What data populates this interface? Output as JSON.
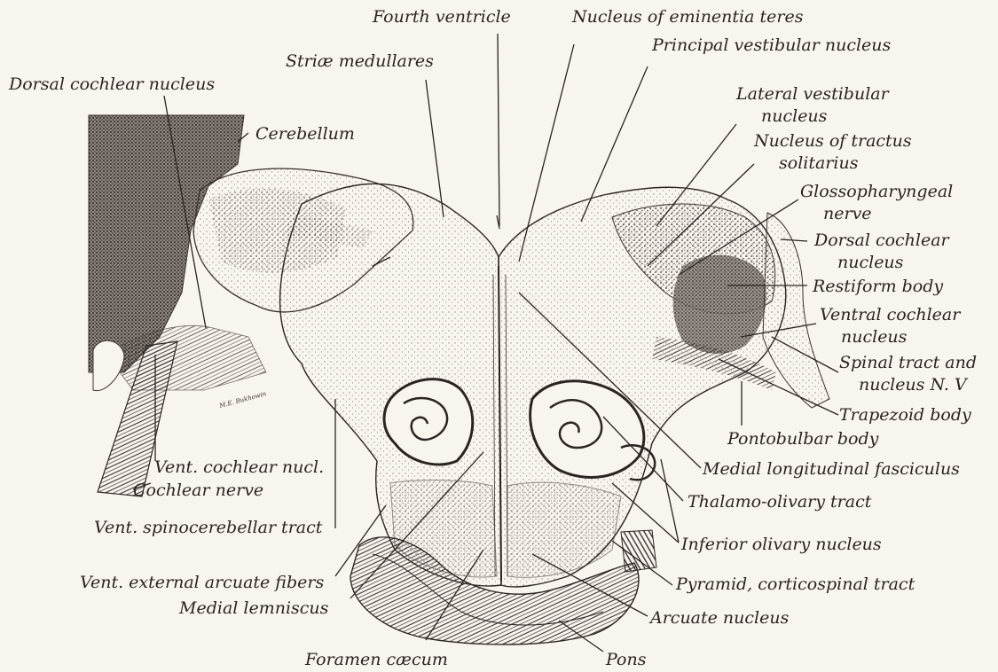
{
  "diagram": {
    "labels": {
      "fourth_ventricle": "Fourth ventricle",
      "nucleus_eminentia_teres": "Nucleus of eminentia teres",
      "principal_vestibular_nucleus": "Principal vestibular nucleus",
      "striae_medullares": "Striæ medullares",
      "dorsal_cochlear_nucleus_left": "Dorsal cochlear nucleus",
      "cerebellum": "Cerebellum",
      "lateral_vestibular_nucleus_1": "Lateral vestibular",
      "lateral_vestibular_nucleus_2": "nucleus",
      "nucleus_tractus_solitarius_1": "Nucleus of tractus",
      "nucleus_tractus_solitarius_2": "solitarius",
      "glossopharyngeal_nerve_1": "Glossopharyngeal",
      "glossopharyngeal_nerve_2": "nerve",
      "dorsal_cochlear_nucleus_right_1": "Dorsal cochlear",
      "dorsal_cochlear_nucleus_right_2": "nucleus",
      "restiform_body": "Restiform body",
      "ventral_cochlear_nucleus_right_1": "Ventral cochlear",
      "ventral_cochlear_nucleus_right_2": "nucleus",
      "spinal_tract_1": "Spinal tract and",
      "spinal_tract_2": "nucleus N. V",
      "trapezoid_body": "Trapezoid body",
      "pontobulbar_body": "Pontobulbar body",
      "medial_longitudinal_fasciculus": "Medial longitudinal fasciculus",
      "thalamo_olivary_tract": "Thalamo-olivary tract",
      "inferior_olivary_nucleus": "Inferior olivary nucleus",
      "pyramid": "Pyramid, corticospinal tract",
      "arcuate_nucleus": "Arcuate nucleus",
      "pons": "Pons",
      "foramen_caecum": "Foramen cæcum",
      "medial_lemniscus": "Medial lemniscus",
      "vent_external_arcuate_fibers": "Vent. external arcuate fibers",
      "vent_spinocerebellar_tract": "Vent. spinocerebellar tract",
      "cochlear_nerve": "Cochlear nerve",
      "vent_cochlear_nucl": "Vent. cochlear nucl."
    },
    "signature": "M.E. Bukhowin"
  }
}
